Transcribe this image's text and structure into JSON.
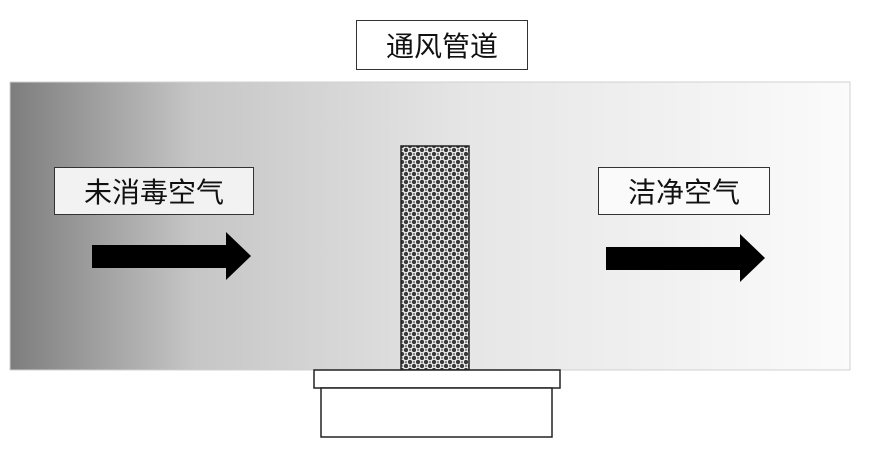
{
  "diagram": {
    "title": "通风管道",
    "inlet_label": "未消毒空气",
    "outlet_label": "洁净空气"
  },
  "colors": {
    "duct_dark": "#7f7f7f",
    "duct_light": "#fafafa",
    "arrow": "#000000",
    "filter_pattern": "#3a3a3a"
  },
  "icons": {
    "inlet_arrow": "arrow-right-icon",
    "outlet_arrow": "arrow-right-icon"
  }
}
